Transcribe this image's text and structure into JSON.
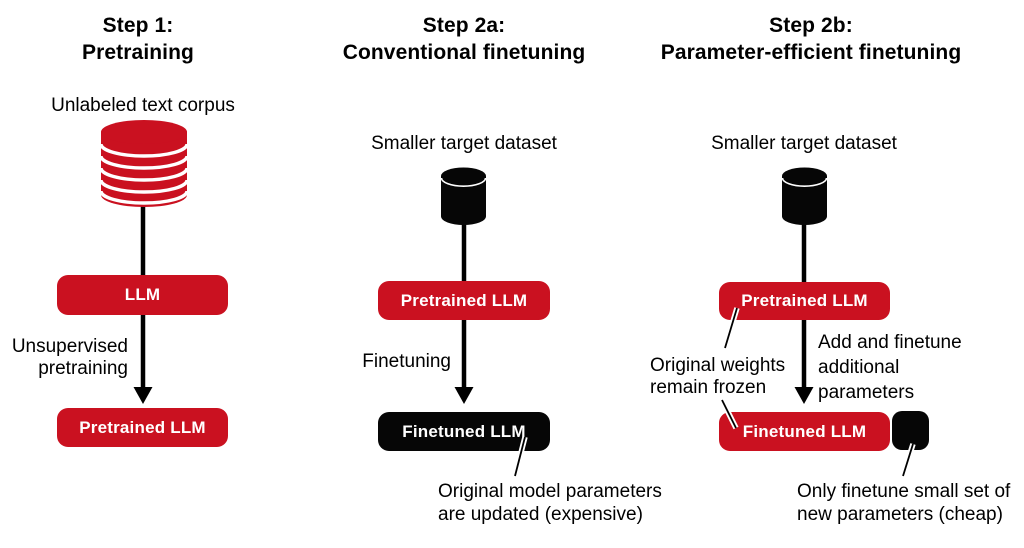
{
  "figure": {
    "colors": {
      "red": "#CA1120",
      "black": "#060606",
      "node_text": "#ffffff",
      "text": "#000000",
      "background": "#ffffff"
    },
    "columns": [
      {
        "title": [
          "Step 1:",
          "Pretraining"
        ],
        "dataset_label": "Unlabeled text corpus",
        "dataset_icon": "red-database-stack-icon",
        "top_node": "LLM",
        "arrow_label": [
          "Unsupervised",
          "pretraining"
        ],
        "bottom_node": "Pretrained LLM"
      },
      {
        "title": [
          "Step 2a:",
          "Conventional finetuning"
        ],
        "dataset_label": "Smaller target dataset",
        "dataset_icon": "black-database-icon",
        "top_node": "Pretrained LLM",
        "arrow_label": [
          "Finetuning"
        ],
        "bottom_node": "Finetuned LLM",
        "callout": [
          "Original model parameters",
          "are updated (expensive)"
        ]
      },
      {
        "title": [
          "Step 2b:",
          "Parameter-efficient finetuning"
        ],
        "dataset_label": "Smaller target dataset",
        "dataset_icon": "black-database-icon",
        "top_node": "Pretrained LLM",
        "left_callout": [
          "Original weights",
          "remain frozen"
        ],
        "right_callout": [
          "Add and finetune",
          "additional",
          "parameters"
        ],
        "bottom_node": "Finetuned LLM",
        "adapter_node": "",
        "adapter_callout": [
          "Only finetune small set of",
          "new parameters (cheap)"
        ]
      }
    ]
  }
}
